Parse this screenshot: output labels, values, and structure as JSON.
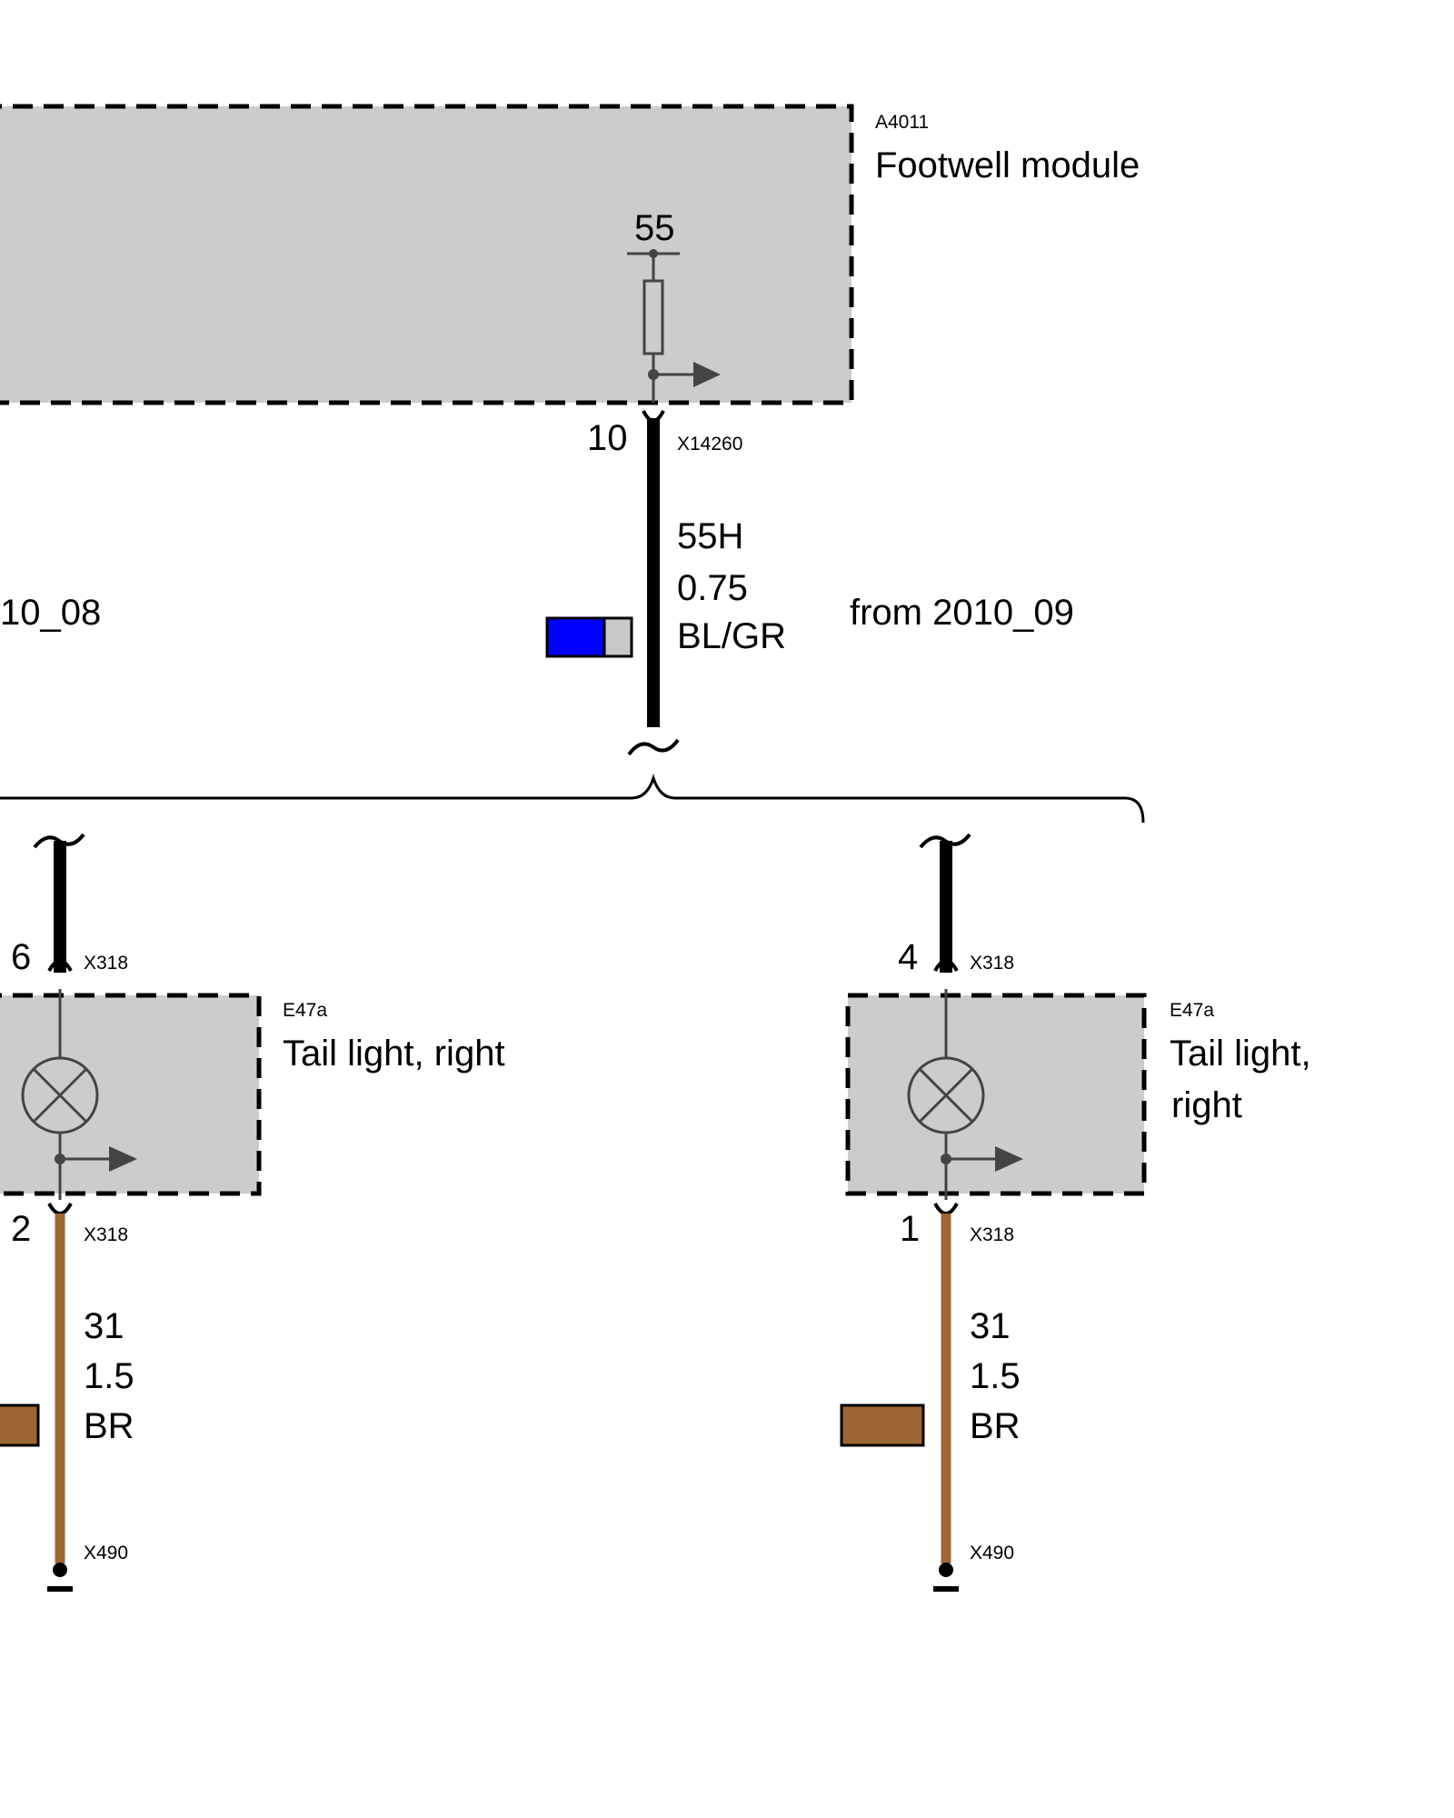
{
  "module": {
    "code": "A4011",
    "name": "Footwell module",
    "pin_label": "55",
    "output_pin": "10",
    "connector": "X14260"
  },
  "wire_main": {
    "signal": "55H",
    "size": "0.75",
    "color_code": "BL/GR",
    "colors": [
      "#0000ff",
      "#c8c8c8"
    ]
  },
  "variant_left": "10_08",
  "variant_right": "from 2010_09",
  "tail_left": {
    "code": "E47a",
    "name": "Tail light, right",
    "pin_in": "6",
    "pin_out": "2",
    "connector_in": "X318",
    "connector_out": "X318",
    "ground_wire": {
      "signal": "31",
      "size": "1.5",
      "color_code": "BR"
    },
    "ground_point": "X490"
  },
  "tail_right": {
    "code": "E47a",
    "name_line1": "Tail light,",
    "name_line2": "right",
    "pin_in": "4",
    "pin_out": "1",
    "connector_in": "X318",
    "connector_out": "X318",
    "ground_wire": {
      "signal": "31",
      "size": "1.5",
      "color_code": "BR"
    },
    "ground_point": "X490"
  },
  "colors": {
    "module_fill": "#cccccc",
    "wire_black": "#000000",
    "wire_brown": "#9c6533",
    "symbol_gray": "#444444"
  }
}
